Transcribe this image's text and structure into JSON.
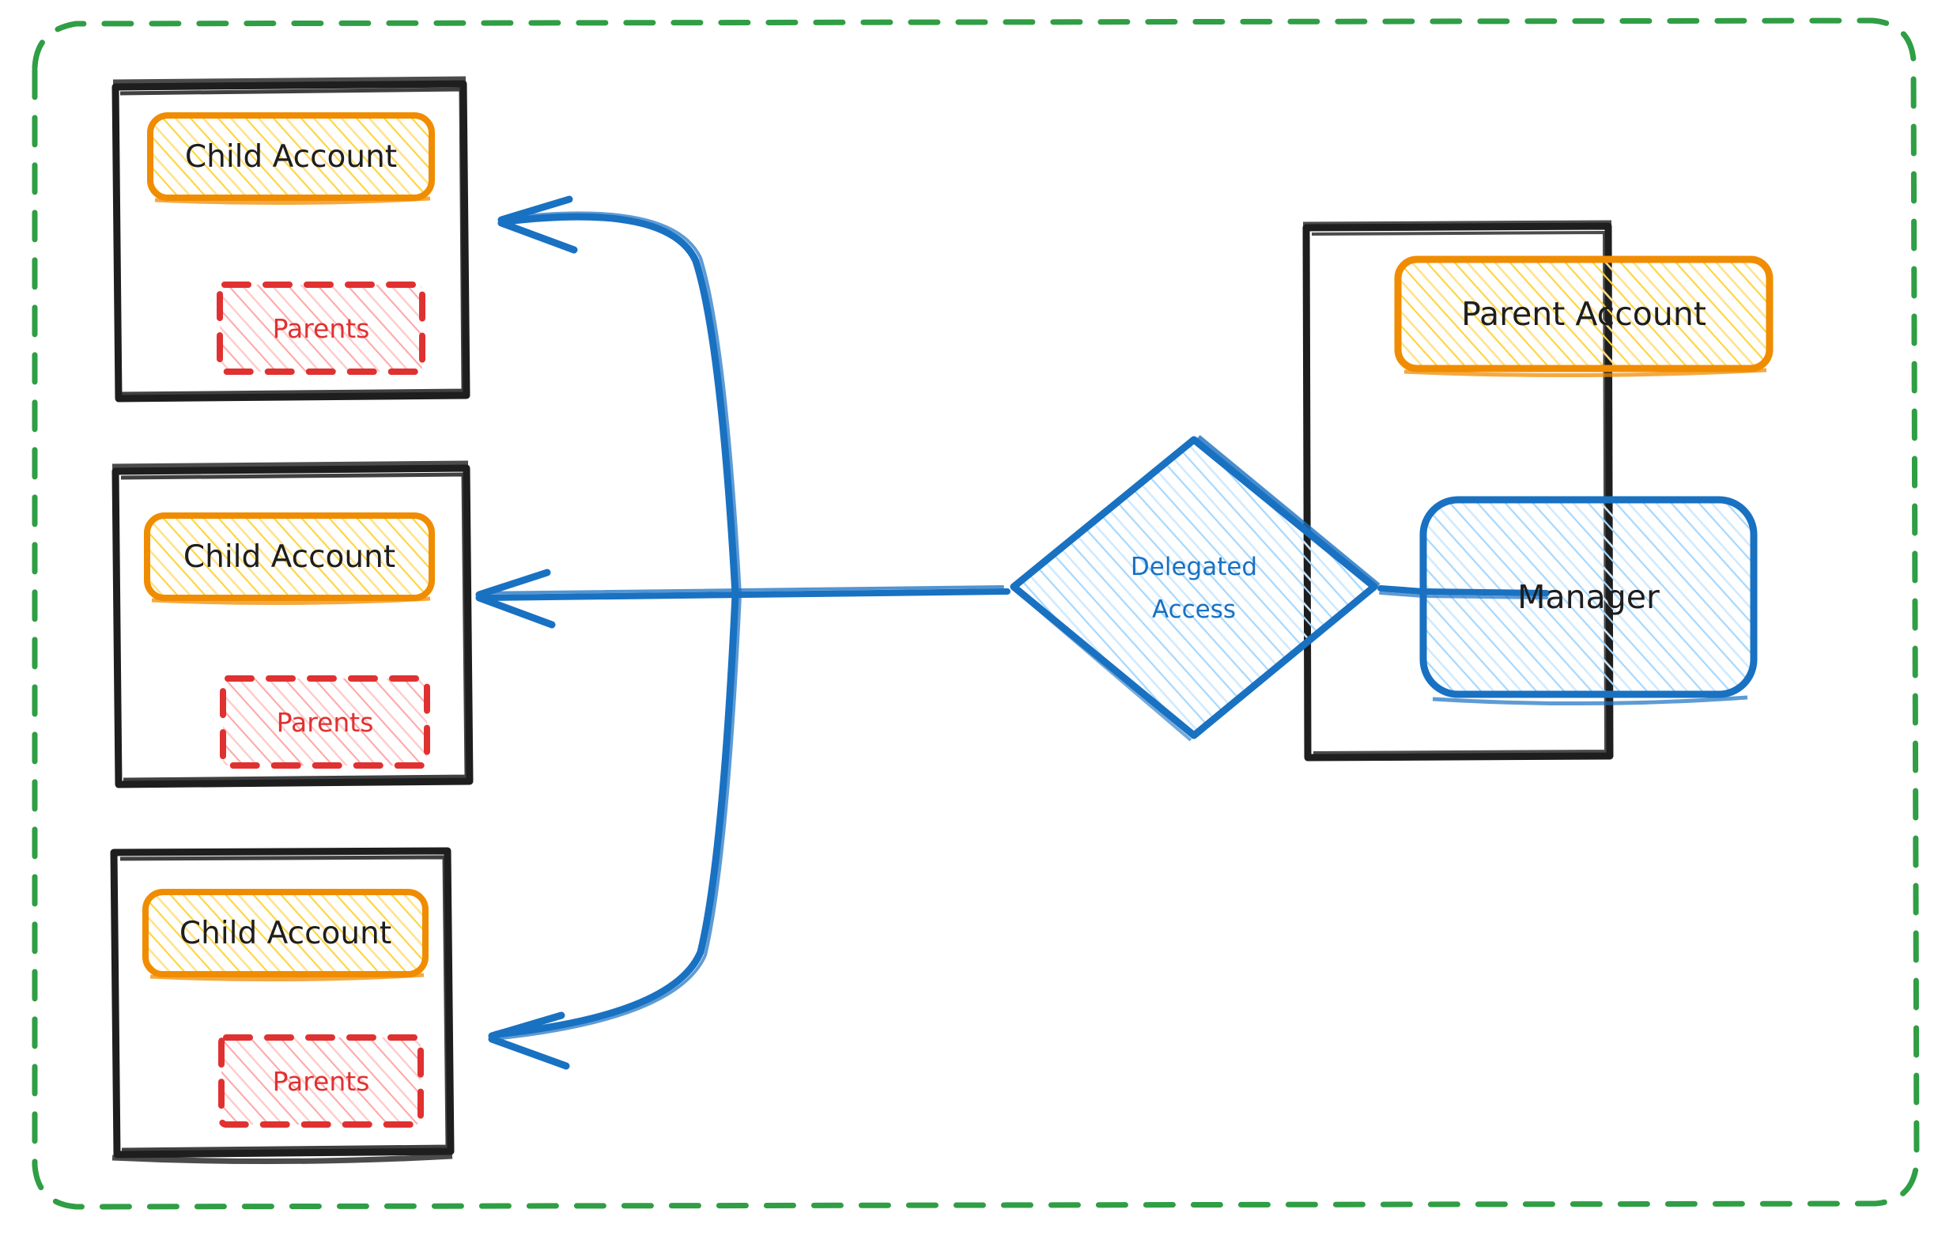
{
  "diagram": {
    "title": "Delegated Access between Parent and Child Accounts",
    "style": "hand-drawn sketch (excalidraw)",
    "background": "#ffffff",
    "colors": {
      "outer_boundary": "#2f9e44",
      "account_frame": "#1e1e1e",
      "account_box_stroke": "#f08c00",
      "account_box_fill": "#ffd43b",
      "parents_stroke": "#e03131",
      "parents_fill": "#ffa8a8",
      "delegated_stroke": "#1971c2",
      "delegated_fill": "#a5d8ff",
      "manager_stroke": "#1971c2",
      "manager_fill": "#a5d8ff",
      "arrow": "#1971c2",
      "text_dark": "#1e1e1e",
      "text_red": "#e03131",
      "text_blue": "#1971c2"
    },
    "outer_container": {
      "name": "organization-boundary",
      "stroke_style": "dashed",
      "stroke_color": "#2f9e44",
      "label": ""
    },
    "child_accounts": [
      {
        "id": "child-account-1",
        "frame_label": "",
        "account_label": "Child Account",
        "parents_label": "Parents"
      },
      {
        "id": "child-account-2",
        "frame_label": "",
        "account_label": "Child Account",
        "parents_label": "Parents"
      },
      {
        "id": "child-account-3",
        "frame_label": "",
        "account_label": "Child Account",
        "parents_label": "Parents"
      }
    ],
    "delegated_node": {
      "id": "delegated-access",
      "shape": "diamond",
      "label_line1": "Delegated",
      "label_line2": "Access"
    },
    "parent_account": {
      "id": "parent-account",
      "frame_label": "",
      "account_label": "Parent Account",
      "manager_label": "Manager"
    },
    "connections": [
      {
        "from": "delegated-access",
        "to": "child-account-1",
        "arrowhead": "triangle-left",
        "style": "curved"
      },
      {
        "from": "delegated-access",
        "to": "child-account-2",
        "arrowhead": "triangle-left",
        "style": "straight"
      },
      {
        "from": "delegated-access",
        "to": "child-account-3",
        "arrowhead": "triangle-left",
        "style": "curved"
      },
      {
        "from": "manager",
        "to": "delegated-access",
        "arrowhead": "none",
        "style": "straight"
      }
    ]
  }
}
